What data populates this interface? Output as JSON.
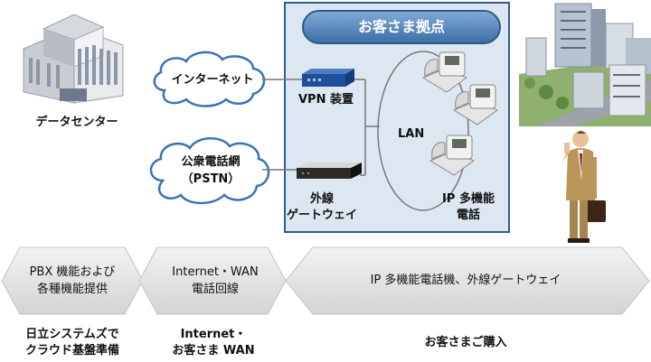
{
  "diagram": {
    "site_title": "お客さま拠点",
    "data_center_label": "データセンター",
    "internet_cloud": "インターネット",
    "pstn_cloud_line1": "公衆電話網",
    "pstn_cloud_line2": "（PSTN）",
    "vpn_label": "VPN 装置",
    "gateway_line1": "外線",
    "gateway_line2": "ゲートウェイ",
    "lan_label": "LAN",
    "ip_phone_line1": "IP 多機能",
    "ip_phone_line2": "電話"
  },
  "arrows": {
    "left_line1": "PBX 機能および",
    "left_line2": "各種機能提供",
    "middle_line1": "Internet・WAN",
    "middle_line2": "電話回線",
    "right": "IP 多機能電話機、外線ゲートウェイ"
  },
  "responsibility": {
    "left_line1": "日立システムズで",
    "left_line2": "クラウド基盤準備",
    "middle_line1": "Internet・",
    "middle_line2": "お客さま WAN",
    "right": "お客さまご購入"
  },
  "colors": {
    "site_bg": "#dde7f2",
    "site_border": "#2f5e8e",
    "cloud_border": "#3b73b8",
    "arrow_fill": "#e3e3e3"
  }
}
